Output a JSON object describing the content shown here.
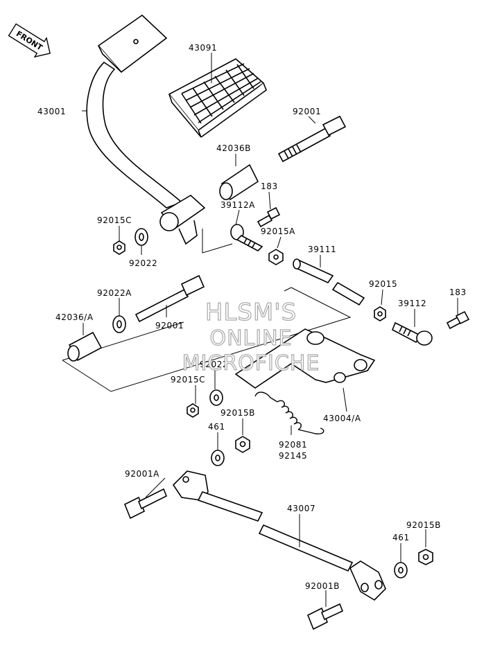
{
  "watermark": {
    "line1": "HLSM'S",
    "line2": "ONLINE",
    "line3": "MICROFICHE"
  },
  "front_tag": "FRONT",
  "labels": {
    "p43091": "43091",
    "p43001": "43001",
    "p92001_top": "92001",
    "p42036B": "42036B",
    "p183_top": "183",
    "p39112A": "39112A",
    "p92015C_top": "92015C",
    "p92015A": "92015A",
    "p92022_top": "92022",
    "p39111": "39111",
    "p92022A": "92022A",
    "p92015": "92015",
    "p183_right": "183",
    "p42036_A": "42036/A",
    "p39112": "39112",
    "p92001_mid": "92001",
    "p92022_mid": "92022",
    "p92015C_mid": "92015C",
    "p43004_A": "43004/A",
    "p92015B_mid": "92015B",
    "p461_mid": "461",
    "p92081": "92081",
    "p92145": "92145",
    "p92001A": "92001A",
    "p43007": "43007",
    "p92015B_right": "92015B",
    "p461_right": "461",
    "p92001B": "92001B"
  }
}
